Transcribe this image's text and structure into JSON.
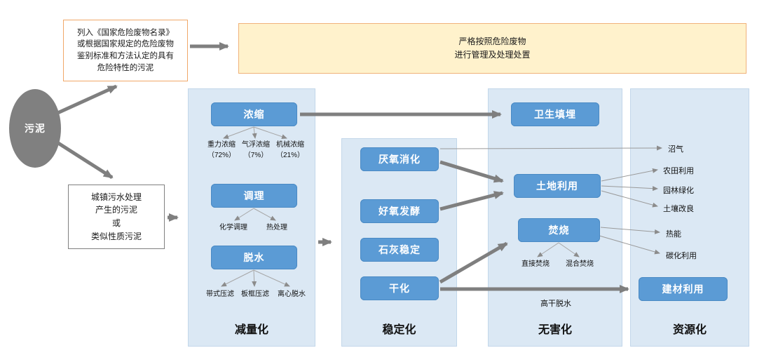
{
  "diagram": {
    "source_label": "污泥",
    "hazard_criteria": "列入《国家危险废物名录》\n或根据国家规定的危险废物\n鉴别标准和方法认定的具有\n危险特性的污泥",
    "hazard_management": "严格按照危险废物\n进行管理及处理处置",
    "municipal_sludge": "城镇污水处理\n产生的污泥\n或\n类似性质污泥",
    "panels": {
      "reduction": {
        "title": "减量化",
        "thickening": {
          "label": "浓缩",
          "methods": [
            {
              "name": "重力浓缩",
              "share": "（72%）"
            },
            {
              "name": "气浮浓缩",
              "share": "（7%）"
            },
            {
              "name": "机械浓缩",
              "share": "（21%）"
            }
          ]
        },
        "conditioning": {
          "label": "调理",
          "methods": [
            {
              "name": "化学调理"
            },
            {
              "name": "热处理"
            }
          ]
        },
        "dewatering": {
          "label": "脱水",
          "methods": [
            {
              "name": "带式压滤"
            },
            {
              "name": "板框压滤"
            },
            {
              "name": "离心脱水"
            }
          ]
        }
      },
      "stabilization": {
        "title": "稳定化",
        "processes": [
          "厌氧消化",
          "好氧发酵",
          "石灰稳定",
          "干化"
        ]
      },
      "harmless": {
        "title": "无害化",
        "landfill": "卫生填埋",
        "land_use": "土地利用",
        "incineration": "焚烧",
        "incineration_methods": [
          "直接焚烧",
          "混合焚烧"
        ]
      },
      "resource": {
        "title": "资源化",
        "outputs": [
          "沼气",
          "农田利用",
          "园林绿化",
          "土壤改良",
          "热能",
          "碳化利用"
        ],
        "building_material": "建材利用"
      }
    },
    "edge_labels": {
      "high_dry_dewatering": "高干脱水"
    },
    "colors": {
      "process_button": "#5B9BD5",
      "panel_bg": "#DBE8F4",
      "hazard_fill": "#FFF2CC",
      "hazard_border": "#F0A868",
      "arrow": "#7F7F7F",
      "source_fill": "#808080"
    }
  }
}
